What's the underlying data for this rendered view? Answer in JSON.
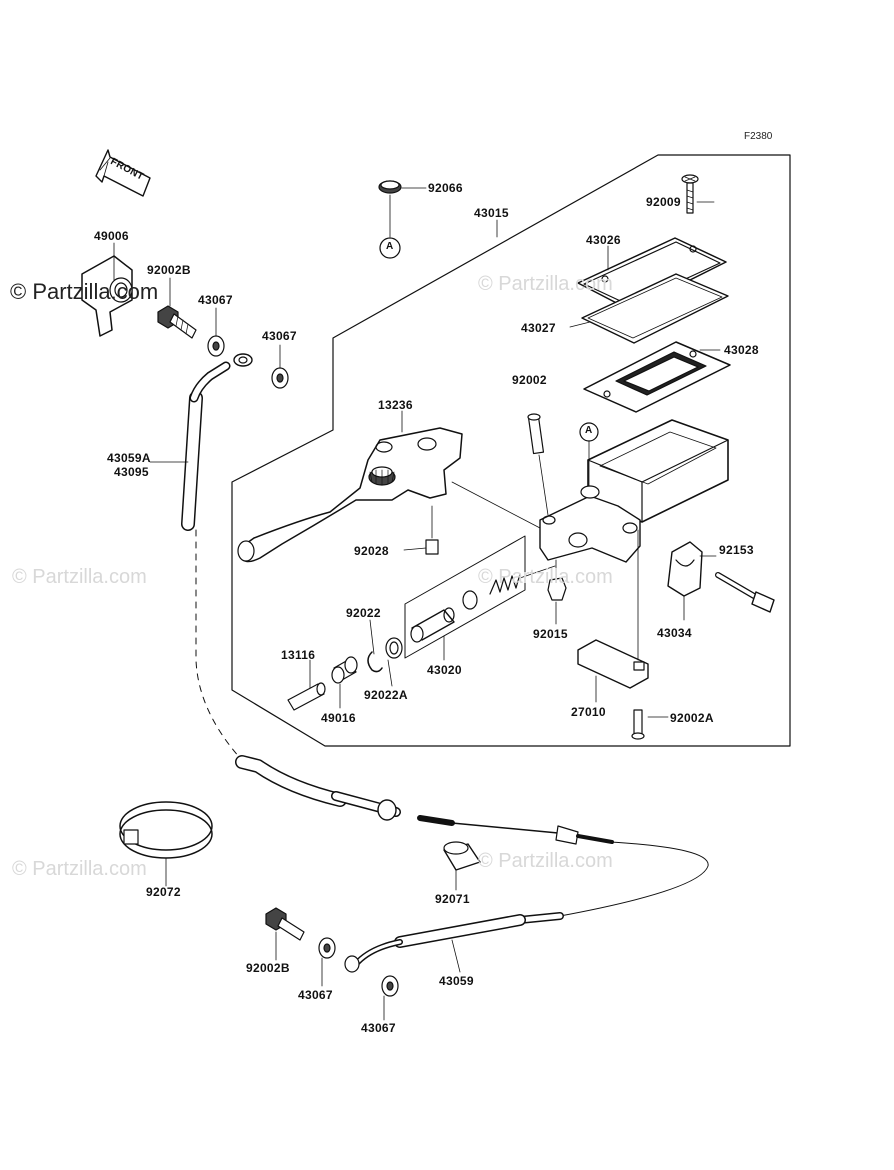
{
  "diagram": {
    "figure_code": "F2380",
    "front_label": "FRONT",
    "ref_marker": "A",
    "watermark": "© Partzilla.com",
    "parts": {
      "p92066": "92066",
      "p43015": "43015",
      "p92009": "92009",
      "p43026": "43026",
      "p43027": "43027",
      "p43028": "43028",
      "p49006": "49006",
      "p92002B_top": "92002B",
      "p43067_a": "43067",
      "p43067_b": "43067",
      "p92002": "92002",
      "p13236": "13236",
      "p43059A": "43059A",
      "p43095": "43095",
      "p92028": "92028",
      "p92153": "92153",
      "p92022": "92022",
      "p92015": "92015",
      "p43034": "43034",
      "p13116": "13116",
      "p43020": "43020",
      "p92022A": "92022A",
      "p49016": "49016",
      "p27010": "27010",
      "p92002A": "92002A",
      "p92072": "92072",
      "p92071": "92071",
      "p92002B_bot": "92002B",
      "p43067_c": "43067",
      "p43059": "43059",
      "p43067_d": "43067"
    }
  }
}
